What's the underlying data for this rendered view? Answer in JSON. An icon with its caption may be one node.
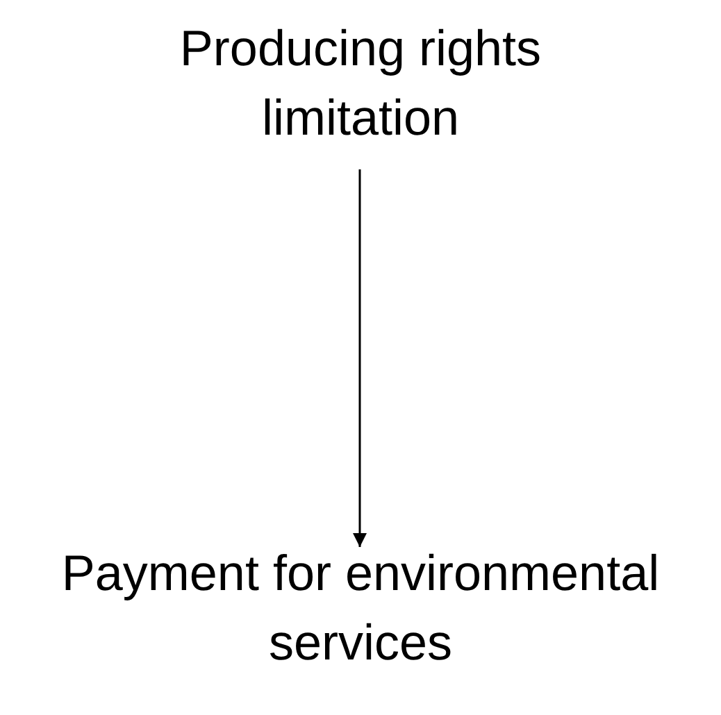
{
  "diagram": {
    "nodes": [
      {
        "text": [
          "Producing rights limitation"
        ]
      },
      {
        "text": [
          "Payment for environmental services"
        ]
      }
    ],
    "edges": [
      {
        "from": 0,
        "to": 1,
        "arrow": "to"
      }
    ]
  }
}
